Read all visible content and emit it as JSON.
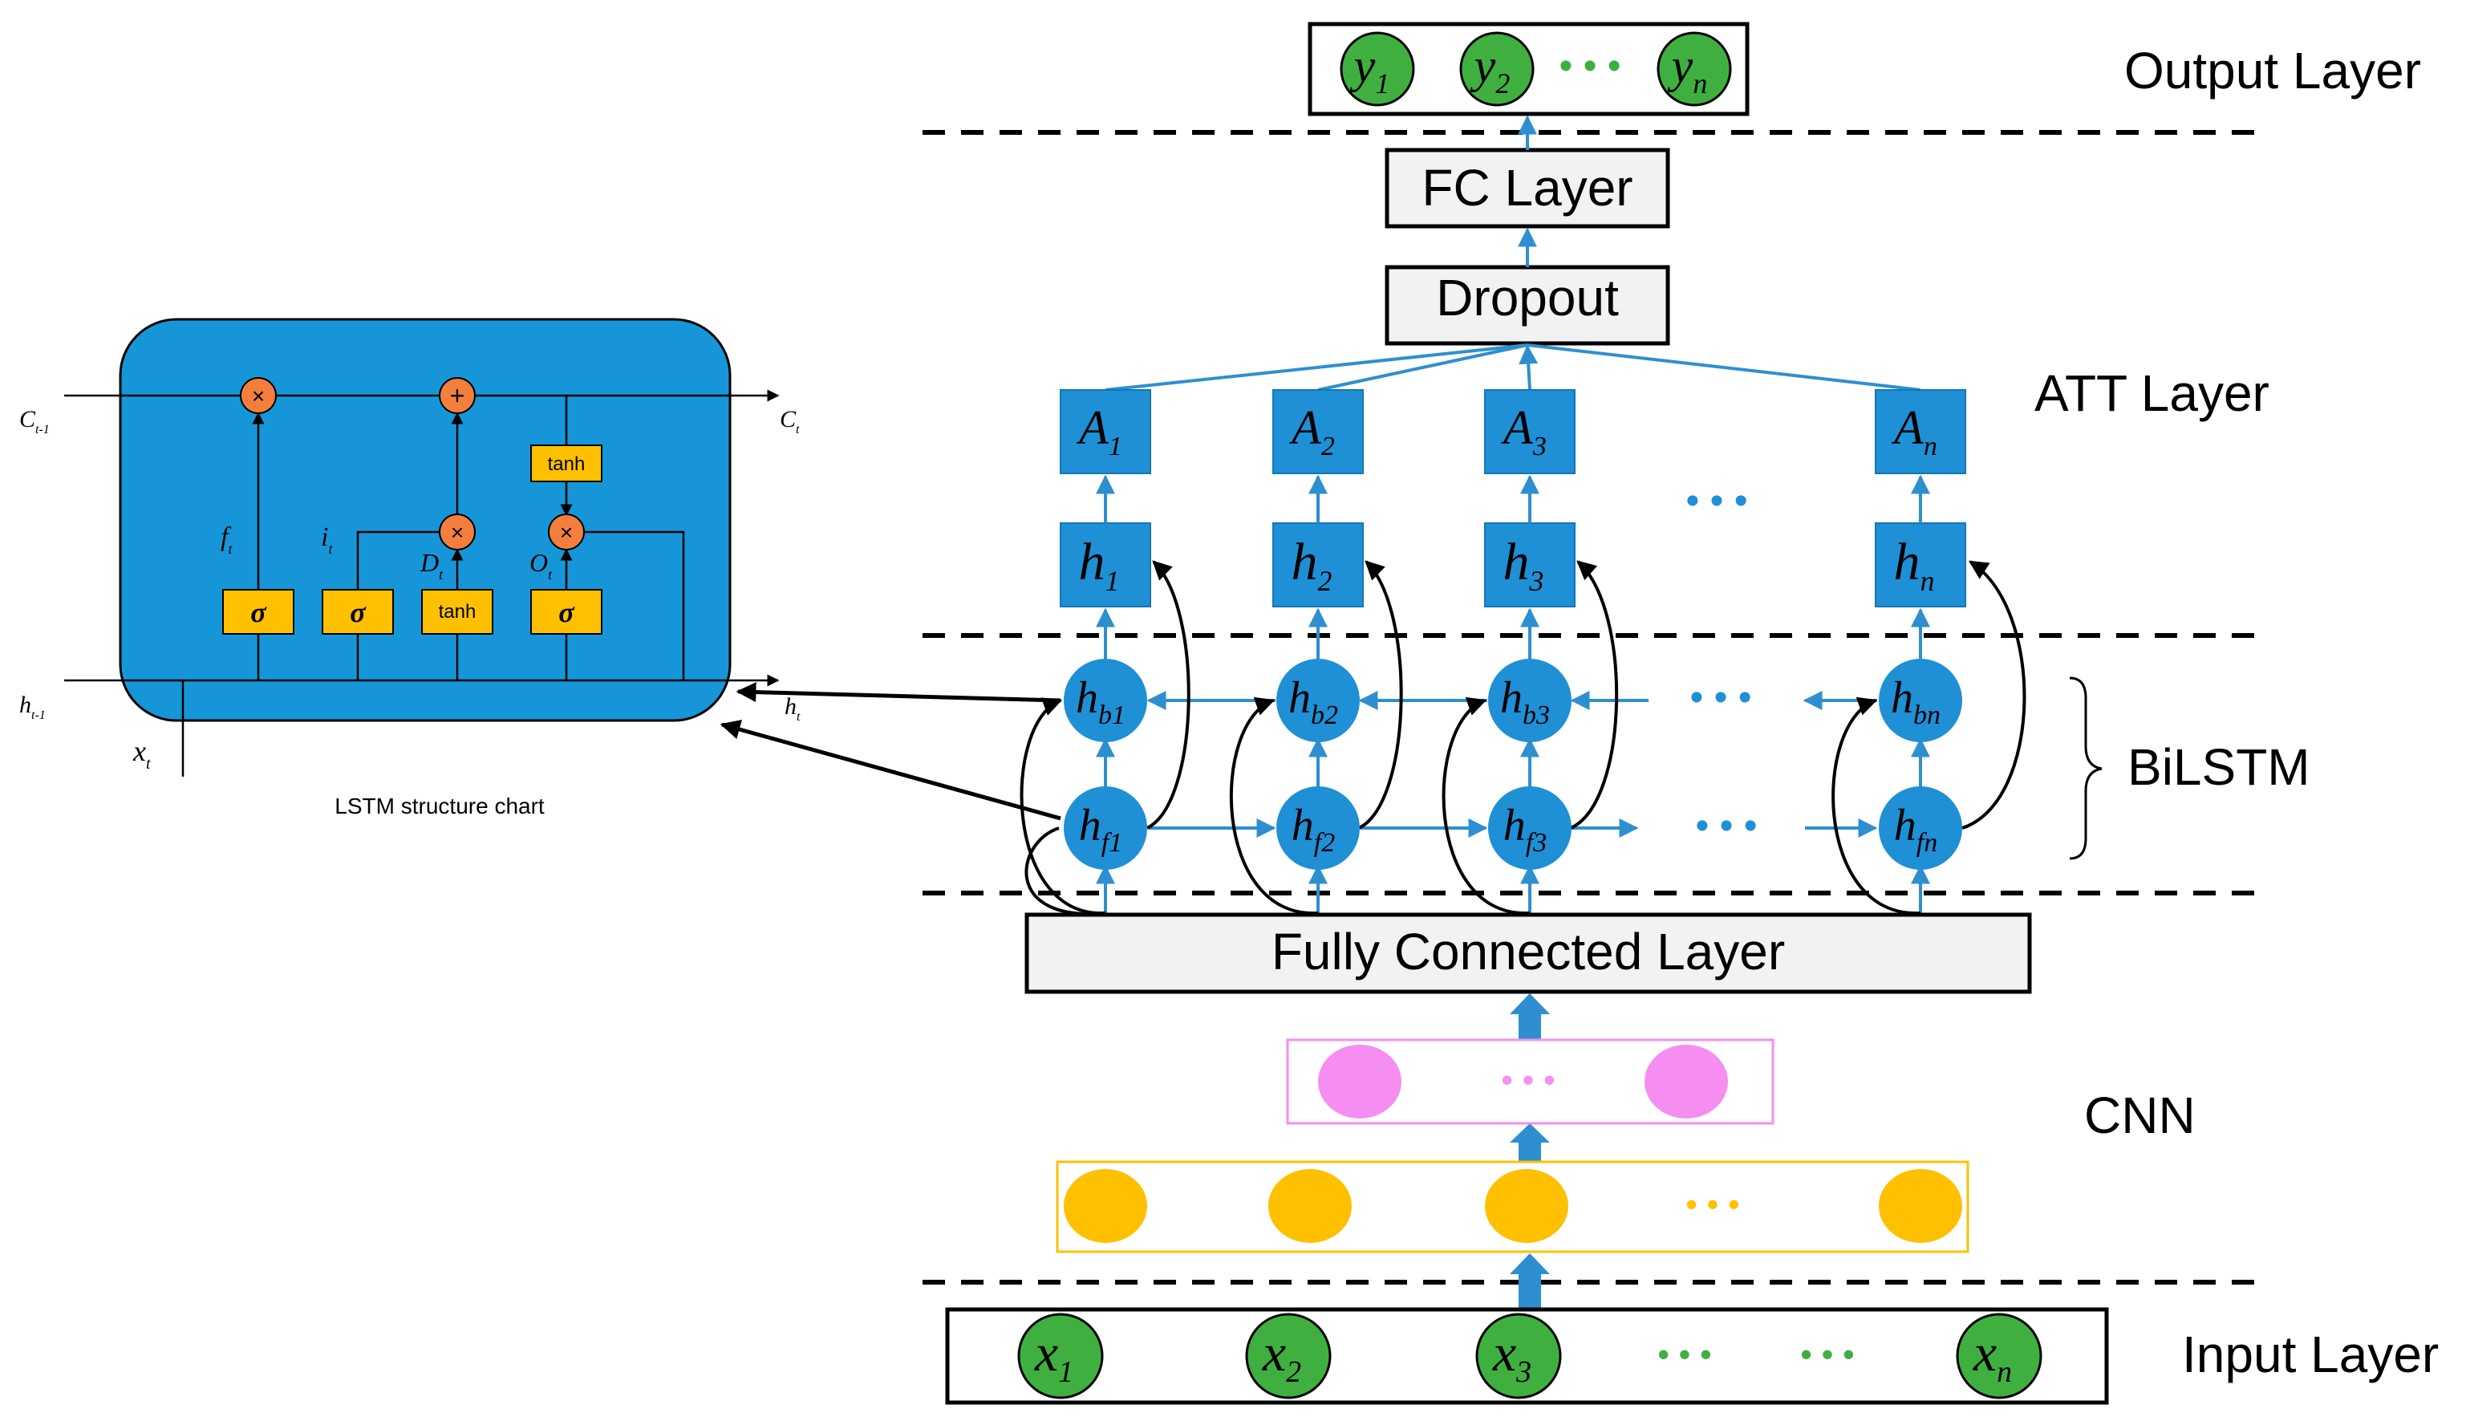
{
  "layer_labels": {
    "output": "Output Layer",
    "att": "ATT Layer",
    "bilstm": "BiLSTM",
    "cnn": "CNN",
    "input": "Input Layer"
  },
  "boxes": {
    "fc": "FC Layer",
    "dropout": "Dropout",
    "fully_connected": "Fully Connected Layer"
  },
  "outputs": [
    {
      "base": "y",
      "sub": "1"
    },
    {
      "base": "y",
      "sub": "2"
    },
    {
      "base": "y",
      "sub": "n"
    }
  ],
  "attention": [
    {
      "base": "A",
      "sub": "1"
    },
    {
      "base": "A",
      "sub": "2"
    },
    {
      "base": "A",
      "sub": "3"
    },
    {
      "base": "A",
      "sub": "n"
    }
  ],
  "hidden": [
    {
      "base": "h",
      "sub": "1"
    },
    {
      "base": "h",
      "sub": "2"
    },
    {
      "base": "h",
      "sub": "3"
    },
    {
      "base": "h",
      "sub": "n"
    }
  ],
  "backward": [
    {
      "base": "h",
      "sub": "b1"
    },
    {
      "base": "h",
      "sub": "b2"
    },
    {
      "base": "h",
      "sub": "b3"
    },
    {
      "base": "h",
      "sub": "bn"
    }
  ],
  "forward": [
    {
      "base": "h",
      "sub": "f1"
    },
    {
      "base": "h",
      "sub": "f2"
    },
    {
      "base": "h",
      "sub": "f3"
    },
    {
      "base": "h",
      "sub": "fn"
    }
  ],
  "inputs": [
    {
      "base": "x",
      "sub": "1"
    },
    {
      "base": "x",
      "sub": "2"
    },
    {
      "base": "x",
      "sub": "3"
    },
    {
      "base": "x",
      "sub": "n"
    }
  ],
  "ellipsis": "• • •",
  "lstm": {
    "caption": "LSTM  structure chart",
    "c_prev": {
      "base": "C",
      "sub": "t-1"
    },
    "c_next": {
      "base": "C",
      "sub": "t"
    },
    "h_prev": {
      "base": "h",
      "sub": "t-1"
    },
    "h_next": {
      "base": "h",
      "sub": "t"
    },
    "x_in": {
      "base": "x",
      "sub": "t"
    },
    "f_gate": {
      "base": "f",
      "sub": "t"
    },
    "i_gate": {
      "base": "i",
      "sub": "t"
    },
    "d_gate": {
      "base": "D",
      "sub": "t"
    },
    "o_gate": {
      "base": "O",
      "sub": "t"
    },
    "sigma": "σ",
    "tanh": "tanh",
    "times": "×",
    "plus": "+"
  },
  "colors": {
    "blue_node": "#1f8fd6",
    "blue_line": "#2e8fd0",
    "green_node": "#3fb03f",
    "orange_node": "#ffc000",
    "pink_node": "#f58ef0",
    "lstm_bg": "#1696d8",
    "gate_fill": "#ffc000",
    "op_fill": "#f47e3e",
    "box_fill": "#f2f2f2"
  }
}
